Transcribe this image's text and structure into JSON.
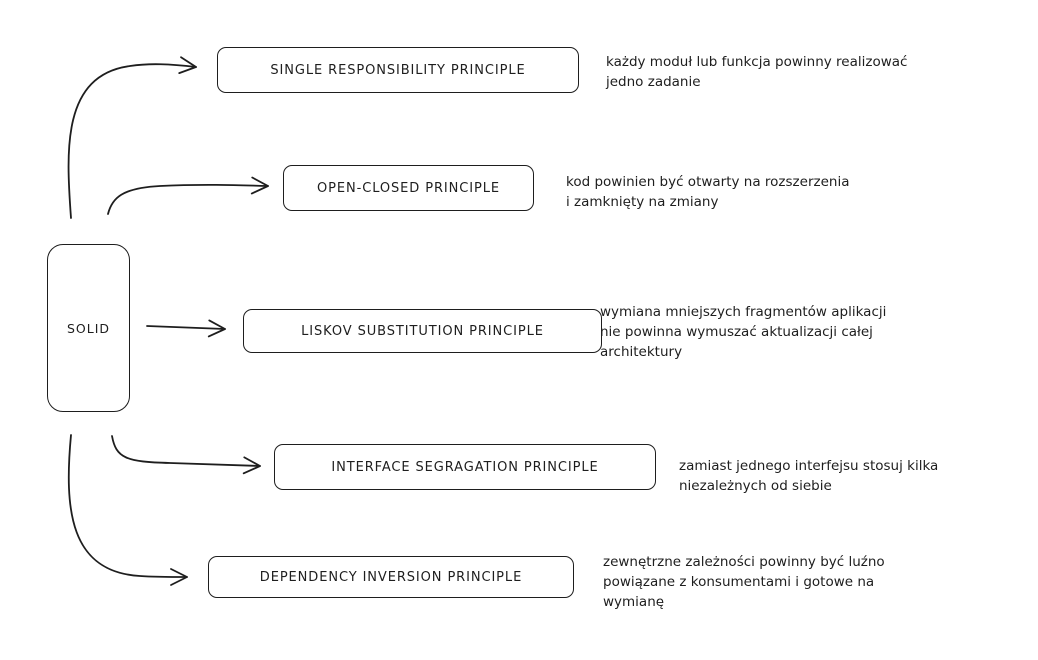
{
  "root": {
    "label": "SOLID"
  },
  "principles": [
    {
      "name": "SINGLE RESPONSIBILITY PRINCIPLE",
      "description": [
        "każdy moduł lub funkcja powinny realizować",
        "jedno zadanie"
      ]
    },
    {
      "name": "OPEN-CLOSED PRINCIPLE",
      "description": [
        "kod powinien być otwarty na rozszerzenia",
        "i zamknięty na zmiany"
      ]
    },
    {
      "name": "LISKOV SUBSTITUTION PRINCIPLE",
      "description": [
        "wymiana mniejszych fragmentów aplikacji",
        "nie powinna wymuszać aktualizacji całej",
        "architektury"
      ]
    },
    {
      "name": "INTERFACE SEGRAGATION PRINCIPLE",
      "description": [
        "zamiast jednego interfejsu stosuj kilka",
        "niezależnych od siebie"
      ]
    },
    {
      "name": "DEPENDENCY INVERSION PRINCIPLE",
      "description": [
        "zewnętrzne zależności powinny być luźno",
        "powiązane z konsumentami i gotowe na",
        "wymianę"
      ]
    }
  ],
  "colors": {
    "stroke": "#1e1e1e",
    "background": "#ffffff"
  }
}
